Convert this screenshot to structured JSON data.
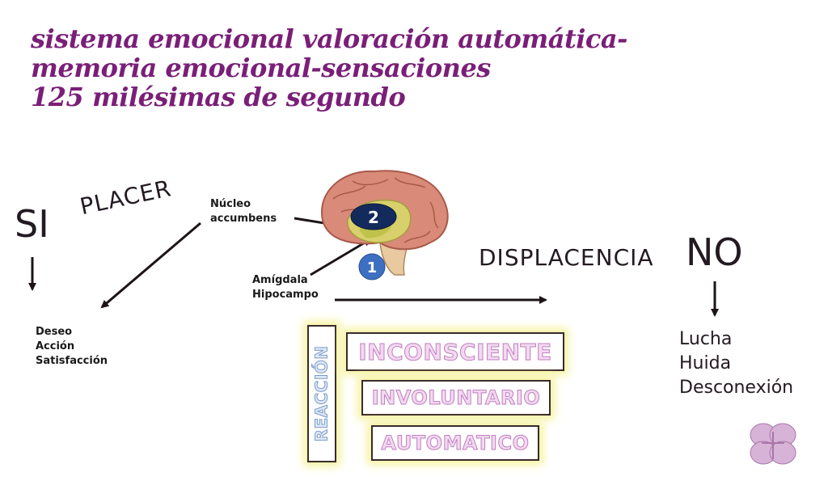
{
  "title": {
    "line1": "sistema emocional valoración automática-",
    "line2": "memoria emocional-sensaciones",
    "line3": "125 milésimas de segundo"
  },
  "left": {
    "si": "SI",
    "placer": "PLACER",
    "outcomes": [
      "Deseo",
      "Acción",
      "Satisfacción"
    ]
  },
  "brain": {
    "label_nucleo": [
      "Núcleo",
      "accumbens"
    ],
    "label_amigdala": [
      "Amígdala",
      "Hipocampo"
    ],
    "badge_top": "2",
    "badge_bottom": "1"
  },
  "right": {
    "displacencia": "DISPLACENCIA",
    "no": "NO",
    "outcomes": [
      "Lucha",
      "Huida",
      "Desconexión"
    ]
  },
  "reaction": {
    "side_label": "REACCIÓN",
    "boxes": [
      "INCONSCIENTE",
      "INVOLUNTARIO",
      "AUTOMATICO"
    ]
  },
  "colors": {
    "title": "#7a1f78",
    "badge_dark": "#132a5c",
    "badge_blue": "#3d6fc2",
    "box_glow": "#f6f3a0",
    "box_text_fill": "#f3d9f0",
    "clover": "#d8b3d8"
  },
  "icons": [
    "brain-illustration",
    "clover-logo"
  ]
}
